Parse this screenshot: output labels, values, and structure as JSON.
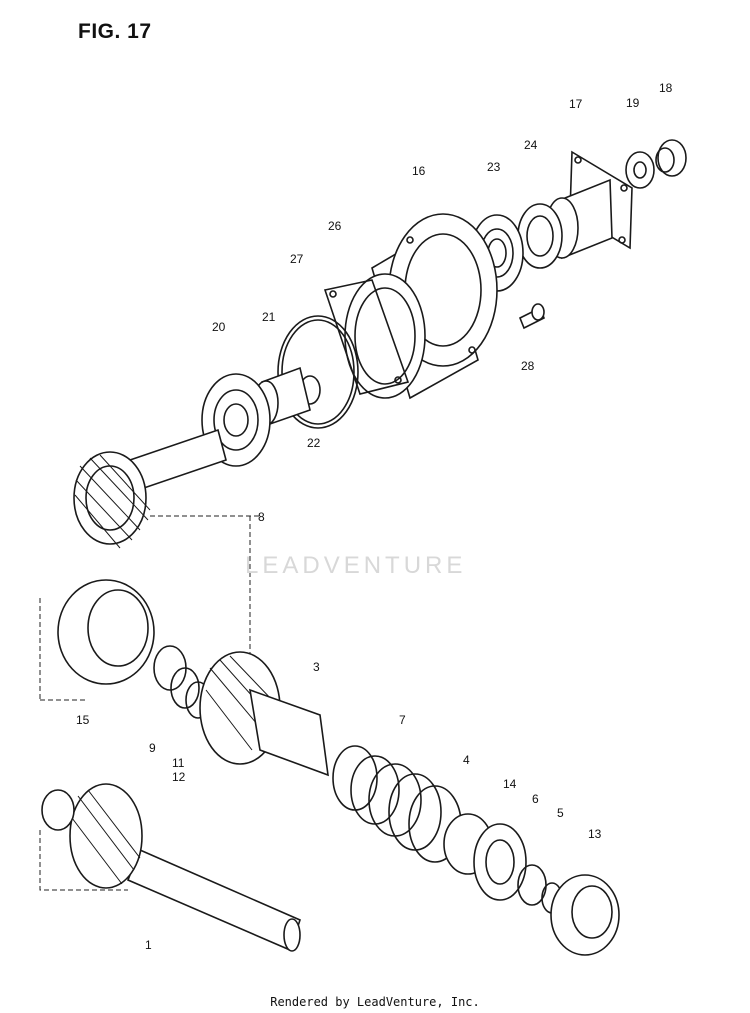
{
  "figure": {
    "title": "FIG. 17"
  },
  "watermark": {
    "text": "LEADVENTURE"
  },
  "footer": {
    "text": "Rendered by LeadVenture, Inc."
  },
  "part_labels": [
    {
      "id": "18",
      "text": "18"
    },
    {
      "id": "17",
      "text": "17"
    },
    {
      "id": "19",
      "text": "19"
    },
    {
      "id": "24",
      "text": "24"
    },
    {
      "id": "16",
      "text": "16"
    },
    {
      "id": "23",
      "text": "23"
    },
    {
      "id": "26",
      "text": "26"
    },
    {
      "id": "27",
      "text": "27"
    },
    {
      "id": "20",
      "text": "20"
    },
    {
      "id": "21",
      "text": "21"
    },
    {
      "id": "22",
      "text": "22"
    },
    {
      "id": "28",
      "text": "28"
    },
    {
      "id": "8",
      "text": "8"
    },
    {
      "id": "15",
      "text": "15"
    },
    {
      "id": "3",
      "text": "3"
    },
    {
      "id": "9",
      "text": "9"
    },
    {
      "id": "11",
      "text": "11"
    },
    {
      "id": "12",
      "text": "12"
    },
    {
      "id": "7",
      "text": "7"
    },
    {
      "id": "4",
      "text": "4"
    },
    {
      "id": "14",
      "text": "14"
    },
    {
      "id": "6",
      "text": "6"
    },
    {
      "id": "5",
      "text": "5"
    },
    {
      "id": "13",
      "text": "13"
    },
    {
      "id": "1",
      "text": "1"
    }
  ]
}
